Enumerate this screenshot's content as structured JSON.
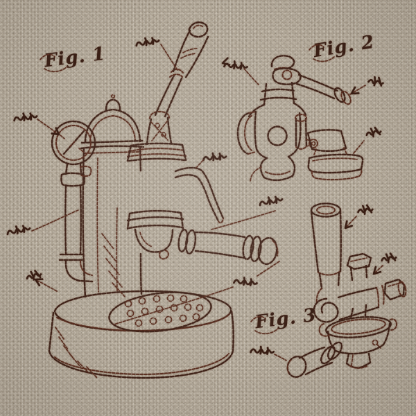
{
  "artwork": {
    "type": "embroidered-technical-sketch",
    "subject": "lever-espresso-machine-patent-drawing",
    "figures": [
      {
        "id": "fig1",
        "label": "Fig. 1",
        "depicts": "lever-espresso-machine-full-view"
      },
      {
        "id": "fig2",
        "label": "Fig. 2",
        "depicts": "valve-group-assembly-with-flange-lever-arm-and-tamper-base"
      },
      {
        "id": "fig3",
        "label": "Fig. 3",
        "depicts": "piston-cylinder-valve-and-portafilter-with-handle"
      }
    ],
    "annotations": {
      "style": "illegible-handwritten-scribbles-with-leader-lines",
      "items": [
        {
          "points_to": "lever-linkage"
        },
        {
          "points_to": "fig2-valve-neck"
        },
        {
          "points_to": "pressure-gauge"
        },
        {
          "points_to": "boiler-column"
        },
        {
          "points_to": "base-left"
        },
        {
          "points_to": "steam-wand"
        },
        {
          "points_to": "portafilter-handle"
        },
        {
          "points_to": "drip-tray"
        },
        {
          "points_to": "fig2-lever-arm"
        },
        {
          "points_to": "fig2-tamper-base"
        },
        {
          "points_to": "fig3-piston-cylinder"
        },
        {
          "points_to": "fig3-valve-body"
        },
        {
          "points_to": "fig3-portafilter-handle"
        }
      ]
    },
    "palette": {
      "fabric": "#b1a695",
      "fabric_highlight": "#d9d2c2",
      "fabric_shadow": "#8e8373",
      "thread": "#3f2218",
      "thread_light": "#6b3a28"
    }
  }
}
